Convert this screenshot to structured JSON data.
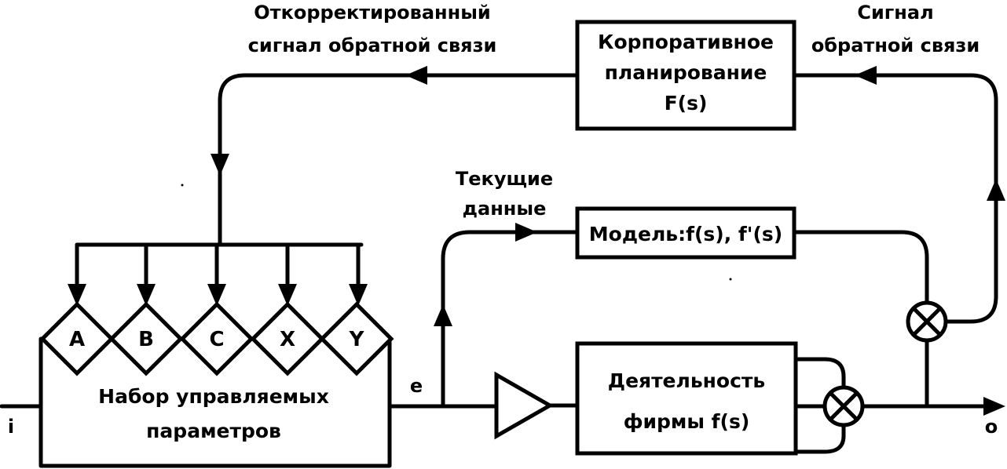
{
  "labels": {
    "corrected_feedback": [
      "Откорректированный",
      "сигнал обратной связи"
    ],
    "feedback_signal": [
      "Сигнал",
      "обратной связи"
    ],
    "current_data": [
      "Текущие",
      "данные"
    ],
    "input": "i",
    "output": "o",
    "error": "e"
  },
  "boxes": {
    "corporate_planning": [
      "Корпоративное",
      "планирование",
      "F(s)"
    ],
    "model": "Модель:f(s), f'(s)",
    "firm_activity": [
      "Деятельность",
      "фирмы f(s)"
    ],
    "parameter_set": [
      "Набор управляемых",
      "параметров"
    ]
  },
  "parameters": [
    "A",
    "B",
    "C",
    "X",
    "Y"
  ]
}
